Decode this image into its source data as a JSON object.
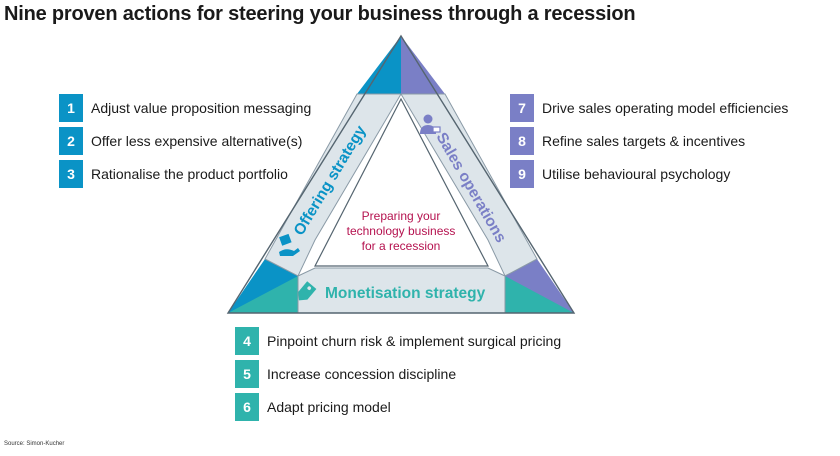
{
  "title": "Nine proven actions for steering your business through a recession",
  "source": "Source: Simon-Kucher",
  "colors": {
    "offering": "#0a93c6",
    "sales": "#7a7fc6",
    "monetisation": "#2fb3ac",
    "band": "#dde5ea",
    "center_text": "#b5124f",
    "text": "#1a1a1a"
  },
  "triangle": {
    "offering_label": "Offering strategy",
    "sales_label": "Sales operations",
    "monetisation_label": "Monetisation strategy",
    "center_line1": "Preparing your",
    "center_line2": "technology business",
    "center_line3": "for a recession",
    "offering_icon": "box-in-hand-icon",
    "sales_icon": "salesperson-icon",
    "monetisation_icon": "price-tag-icon"
  },
  "offering_items": [
    {
      "num": "1",
      "label": "Adjust value proposition messaging"
    },
    {
      "num": "2",
      "label": "Offer less expensive alternative(s)"
    },
    {
      "num": "3",
      "label": "Rationalise the product portfolio"
    }
  ],
  "sales_items": [
    {
      "num": "7",
      "label": "Drive sales operating model efficiencies"
    },
    {
      "num": "8",
      "label": "Refine sales targets & incentives"
    },
    {
      "num": "9",
      "label": "Utilise behavioural psychology"
    }
  ],
  "monetisation_items": [
    {
      "num": "4",
      "label": "Pinpoint churn risk & implement surgical pricing"
    },
    {
      "num": "5",
      "label": "Increase concession discipline"
    },
    {
      "num": "6",
      "label": "Adapt pricing model"
    }
  ]
}
